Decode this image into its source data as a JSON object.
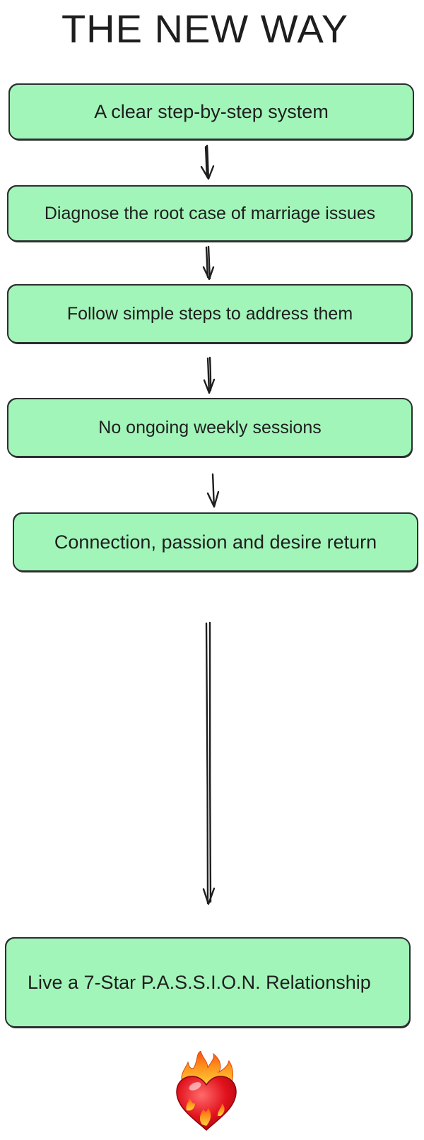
{
  "diagram": {
    "title": "THE NEW WAY",
    "steps": [
      {
        "label": "A clear step-by-step system"
      },
      {
        "label": "Diagnose the root case of marriage issues"
      },
      {
        "label": "Follow simple steps to address them"
      },
      {
        "label": "No ongoing weekly sessions"
      },
      {
        "label": "Connection, passion and desire return"
      },
      {
        "label": "Live a 7-Star P.A.S.S.I.O.N. Relationship"
      }
    ],
    "colors": {
      "box_fill": "#a2f5b9",
      "box_stroke": "#2b2f2f",
      "text": "#1e1e1e"
    },
    "icons": {
      "footer": "heart-on-fire-icon"
    }
  }
}
